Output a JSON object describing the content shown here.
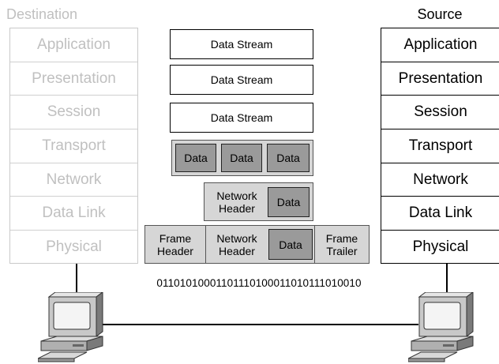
{
  "destination": {
    "title": "Destination",
    "layers": [
      "Application",
      "Presentation",
      "Session",
      "Transport",
      "Network",
      "Data Link",
      "Physical"
    ]
  },
  "source": {
    "title": "Source",
    "layers": [
      "Application",
      "Presentation",
      "Session",
      "Transport",
      "Network",
      "Data Link",
      "Physical"
    ]
  },
  "encapsulation": {
    "streams": [
      "Data Stream",
      "Data Stream",
      "Data Stream"
    ],
    "segments": [
      "Data",
      "Data",
      "Data"
    ],
    "packet": {
      "header": "Network Header",
      "data": "Data"
    },
    "frame": {
      "header": "Frame Header",
      "network_header": "Network Header",
      "data": "Data",
      "trailer": "Frame Trailer"
    },
    "bits": "0110101000110111010001101011101001 0"
  },
  "icons": {
    "left_computer": "computer-icon",
    "right_computer": "computer-icon"
  },
  "colors": {
    "faded": "#c0c0c0",
    "tray": "#d6d6d6",
    "dark": "#9a9a9a"
  }
}
